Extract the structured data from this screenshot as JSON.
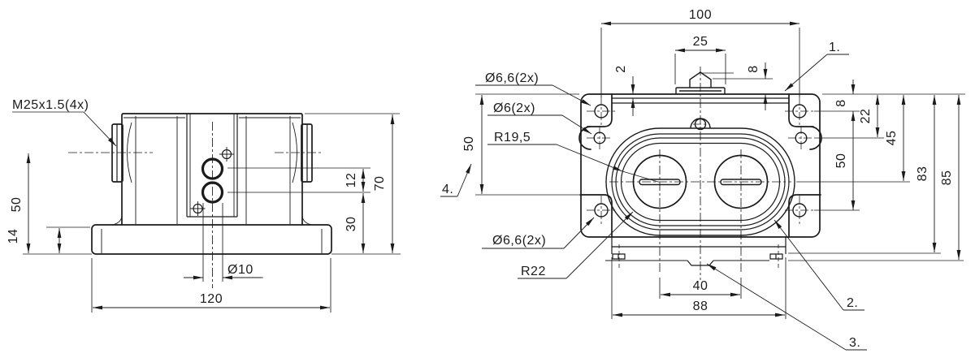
{
  "colors": {
    "line": "#1b1b1b",
    "background": "#ffffff"
  },
  "front_view": {
    "labels": {
      "thread": "M25x1.5(4x)",
      "height_50": "50",
      "foot_14": "14",
      "pitch_12": "12",
      "height_30": "30",
      "height_70": "70",
      "hole_dia_10": "Ø10",
      "width_120": "120"
    }
  },
  "top_view": {
    "labels": {
      "width_100": "100",
      "plunger_width_25": "25",
      "cover_offset_2": "2",
      "plunger_height_8": "8",
      "item_1": "1.",
      "item_2": "2.",
      "item_3": "3.",
      "item_4": "4.",
      "hole_dia_66_top": "Ø6,6(2x)",
      "hole_dia_6": "Ø6(2x)",
      "radius_19_5": "R19,5",
      "hole_dia_66_bottom": "Ø6,6(2x)",
      "radius_22": "R22",
      "left_height_50": "50",
      "slot_spacing_40": "40",
      "base_width_88": "88",
      "right_offset_8": "8",
      "right_22": "22",
      "right_45": "45",
      "right_50": "50",
      "right_83": "83",
      "right_85": "85"
    }
  }
}
